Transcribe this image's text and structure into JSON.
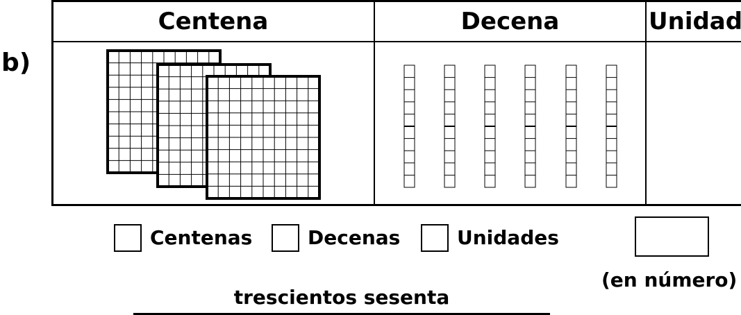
{
  "item_label": "b)",
  "table": {
    "headers": [
      "Centena",
      "Decena",
      "Unidad"
    ],
    "centena_blocks": 3,
    "decena_rods": 6,
    "unidad_cubes": 0
  },
  "answer_boxes": [
    {
      "label": "Centenas"
    },
    {
      "label": "Decenas"
    },
    {
      "label": "Unidades"
    }
  ],
  "number_box_label": "(en número)",
  "number_in_words": "trescientos sesenta"
}
